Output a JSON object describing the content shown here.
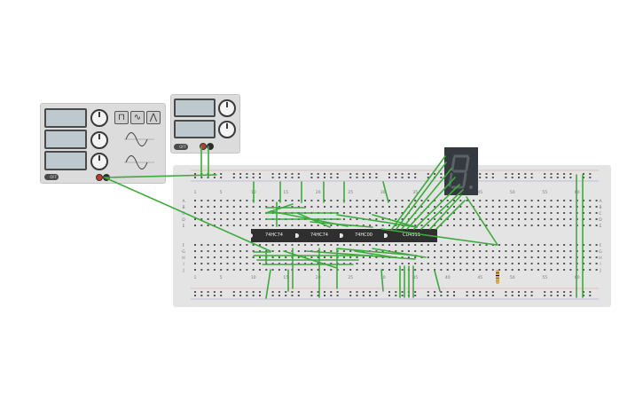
{
  "function_generator": {
    "waveforms": [
      "square-wave-icon",
      "sine-wave-icon",
      "triangle-wave-icon"
    ],
    "power_label": "OFF",
    "wave_glyphs": {
      "square": "⊓",
      "sine": "∿",
      "triangle": "⋀"
    }
  },
  "power_supply": {
    "power_label": "OFF"
  },
  "breadboard": {
    "column_numbers": [
      "1",
      "5",
      "10",
      "15",
      "20",
      "25",
      "30",
      "35",
      "40",
      "45",
      "50",
      "55",
      "60"
    ],
    "row_letters_top": [
      "A",
      "B",
      "C",
      "D",
      "E"
    ],
    "row_letters_bottom": [
      "F",
      "G",
      "H",
      "I",
      "J"
    ]
  },
  "chips": [
    {
      "label": "74HC74"
    },
    {
      "label": "74HC74"
    },
    {
      "label": "74HC00"
    },
    {
      "label": "CD4511"
    }
  ],
  "display": {
    "digit": "8.",
    "segment_color": "#5a6268"
  },
  "colors": {
    "wire": "#3daa3d",
    "breadboard": "#e4e4e4",
    "chip": "#2f2f2f",
    "positive_terminal": "#c0392b",
    "negative_terminal": "#2c2c2c"
  }
}
